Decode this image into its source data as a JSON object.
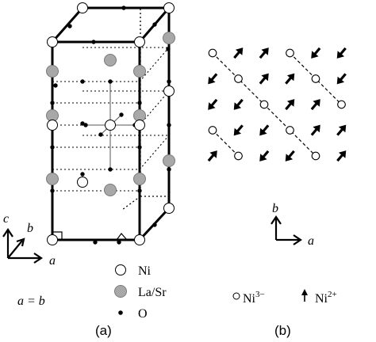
{
  "panel_a": {
    "caption": "(a)",
    "axes": {
      "c": "c",
      "b": "b",
      "a": "a"
    },
    "equation": "a = b",
    "legend": [
      {
        "key": "ni",
        "label": "Ni",
        "symbol": "open-circle"
      },
      {
        "key": "la_sr",
        "label": "La/Sr",
        "symbol": "gray-filled-circle"
      },
      {
        "key": "o",
        "label": "O",
        "symbol": "small-black-dot"
      }
    ]
  },
  "panel_b": {
    "caption": "(b)",
    "axes": {
      "b": "b",
      "a": "a"
    },
    "legend": [
      {
        "key": "ni3",
        "base": "Ni",
        "sup": "3−",
        "symbol": "open-circle"
      },
      {
        "key": "ni2",
        "base": "Ni",
        "sup": "2+",
        "symbol": "arrow"
      }
    ]
  },
  "colors": {
    "ink": "#000000",
    "la_sr_fill": "#a8a8a8",
    "background": "#ffffff"
  }
}
